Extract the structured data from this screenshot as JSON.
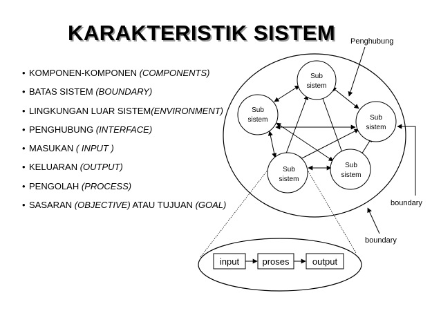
{
  "title": "KARAKTERISTIK SISTEM",
  "bullets": [
    {
      "text": "KOMPONEN-KOMPONEN ",
      "italic": "(COMPONENTS)",
      "tail": ""
    },
    {
      "text": "BATAS SISTEM ",
      "italic": "(BOUNDARY)",
      "tail": ""
    },
    {
      "text": "LINGKUNGAN LUAR SISTEM",
      "italic": "(ENVIRONMENT)",
      "tail": ""
    },
    {
      "text": "PENGHUBUNG ",
      "italic": "(INTERFACE)",
      "tail": ""
    },
    {
      "text": "MASUKAN ",
      "italic": "( INPUT )",
      "tail": ""
    },
    {
      "text": "KELUARAN ",
      "italic": "(OUTPUT)",
      "tail": ""
    },
    {
      "text": "PENGOLAH ",
      "italic": "(PROCESS)",
      "tail": ""
    },
    {
      "text": "SASARAN ",
      "italic": "(OBJECTIVE)",
      "tail": " ATAU TUJUAN ",
      "italic2": "(GOAL)"
    }
  ],
  "diagram": {
    "interface_label": "Penghubung",
    "boundary_label_right": "boundary",
    "boundary_label_bottom": "boundary",
    "subsystem_line1": "Sub",
    "subsystem_line2": "sistem",
    "process_boxes": [
      "input",
      "proses",
      "output"
    ]
  }
}
